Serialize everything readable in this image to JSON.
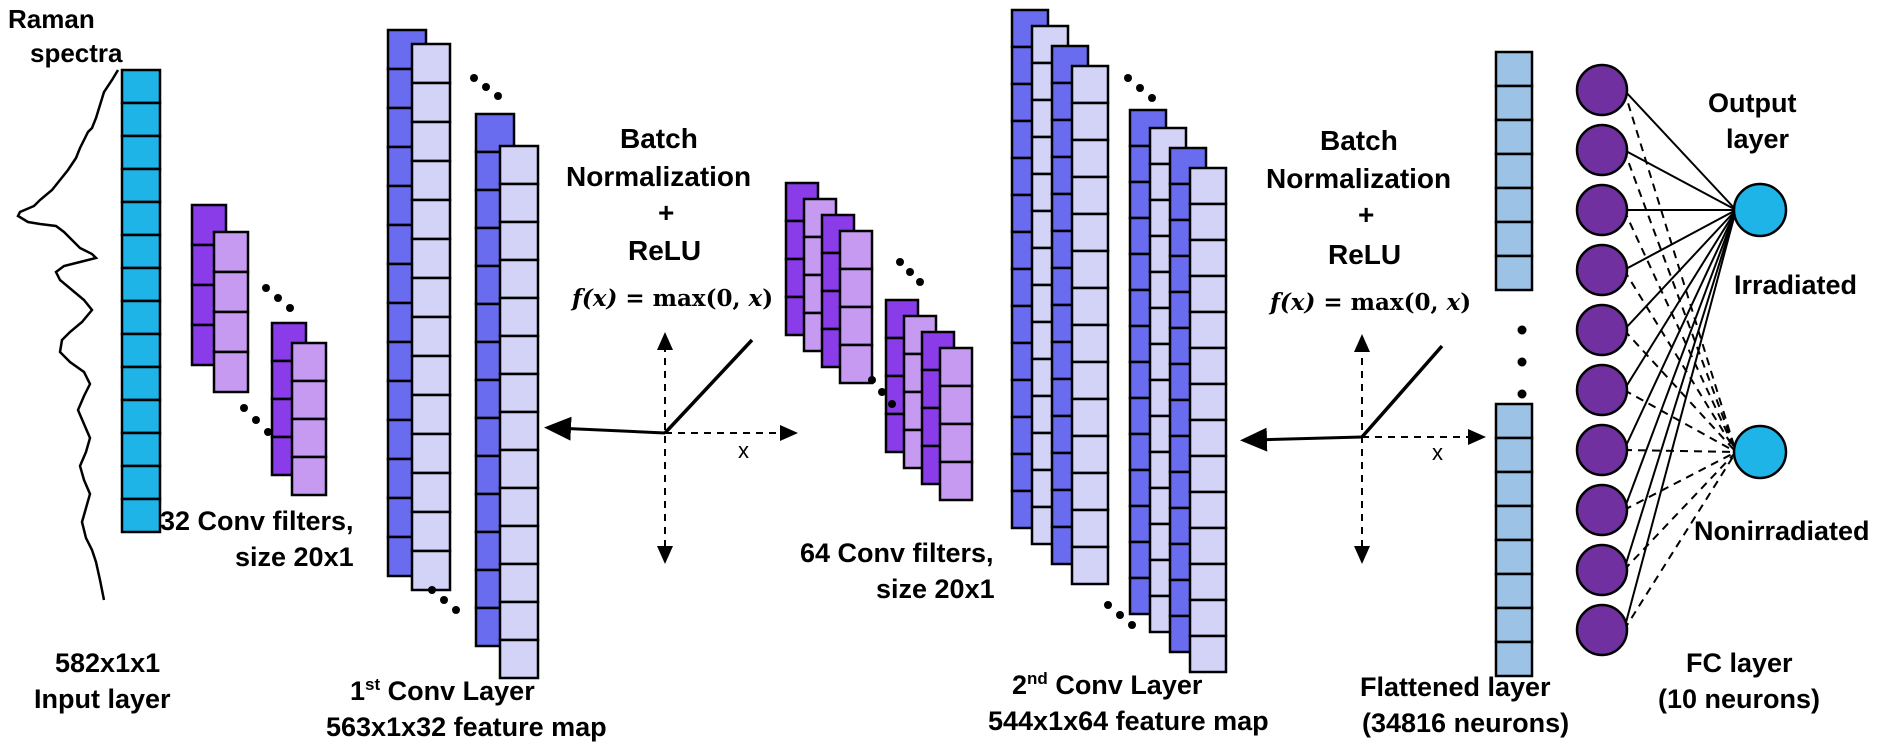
{
  "labels": {
    "raman_line1": "Raman",
    "raman_line2": "spectra",
    "input_dims": "582x1x1",
    "input_name": "Input layer",
    "filters1_line1": "32 Conv filters,",
    "filters1_line2": "size 20x1",
    "conv1_prefix": "1",
    "conv1_sup": "st",
    "conv1_suffix": " Conv Layer",
    "conv1_map": "563x1x32 feature map",
    "filters2_line1": "64 Conv filters,",
    "filters2_line2": "size 20x1",
    "conv2_prefix": "2",
    "conv2_sup": "nd",
    "conv2_suffix": " Conv Layer",
    "conv2_map": "544x1x64 feature map",
    "bn_line1": "Batch",
    "bn_line2": "Normalization",
    "bn_plus": "+",
    "bn_relu": "ReLU",
    "formula_fx": "f(x) = ",
    "formula_max": "max(0, ",
    "formula_x": "x",
    "formula_close": ")",
    "axis_x": "x",
    "flattened_line1": "Flattened layer",
    "flattened_line2": "(34816 neurons)",
    "fc_line1": "FC layer",
    "fc_line2": "(10 neurons)",
    "output_line1": "Output",
    "output_line2": "layer",
    "class_1": "Irradiated",
    "class_2": "Nonirradiated"
  },
  "colors": {
    "input_cell": "#1FB4E8",
    "conv_dark": "#6A6CF0",
    "conv_light": "#D3D3F7",
    "filter_dark": "#8A3CE8",
    "filter_light": "#C79AF2",
    "flatten_cell": "#9CC3E6",
    "fc_neuron": "#7030A0",
    "output_neuron": "#1FB4E8",
    "stroke": "#000000"
  },
  "icons": {
    "relu_plot": "relu-graph-icon",
    "spectrum": "raman-spectrum-icon"
  }
}
